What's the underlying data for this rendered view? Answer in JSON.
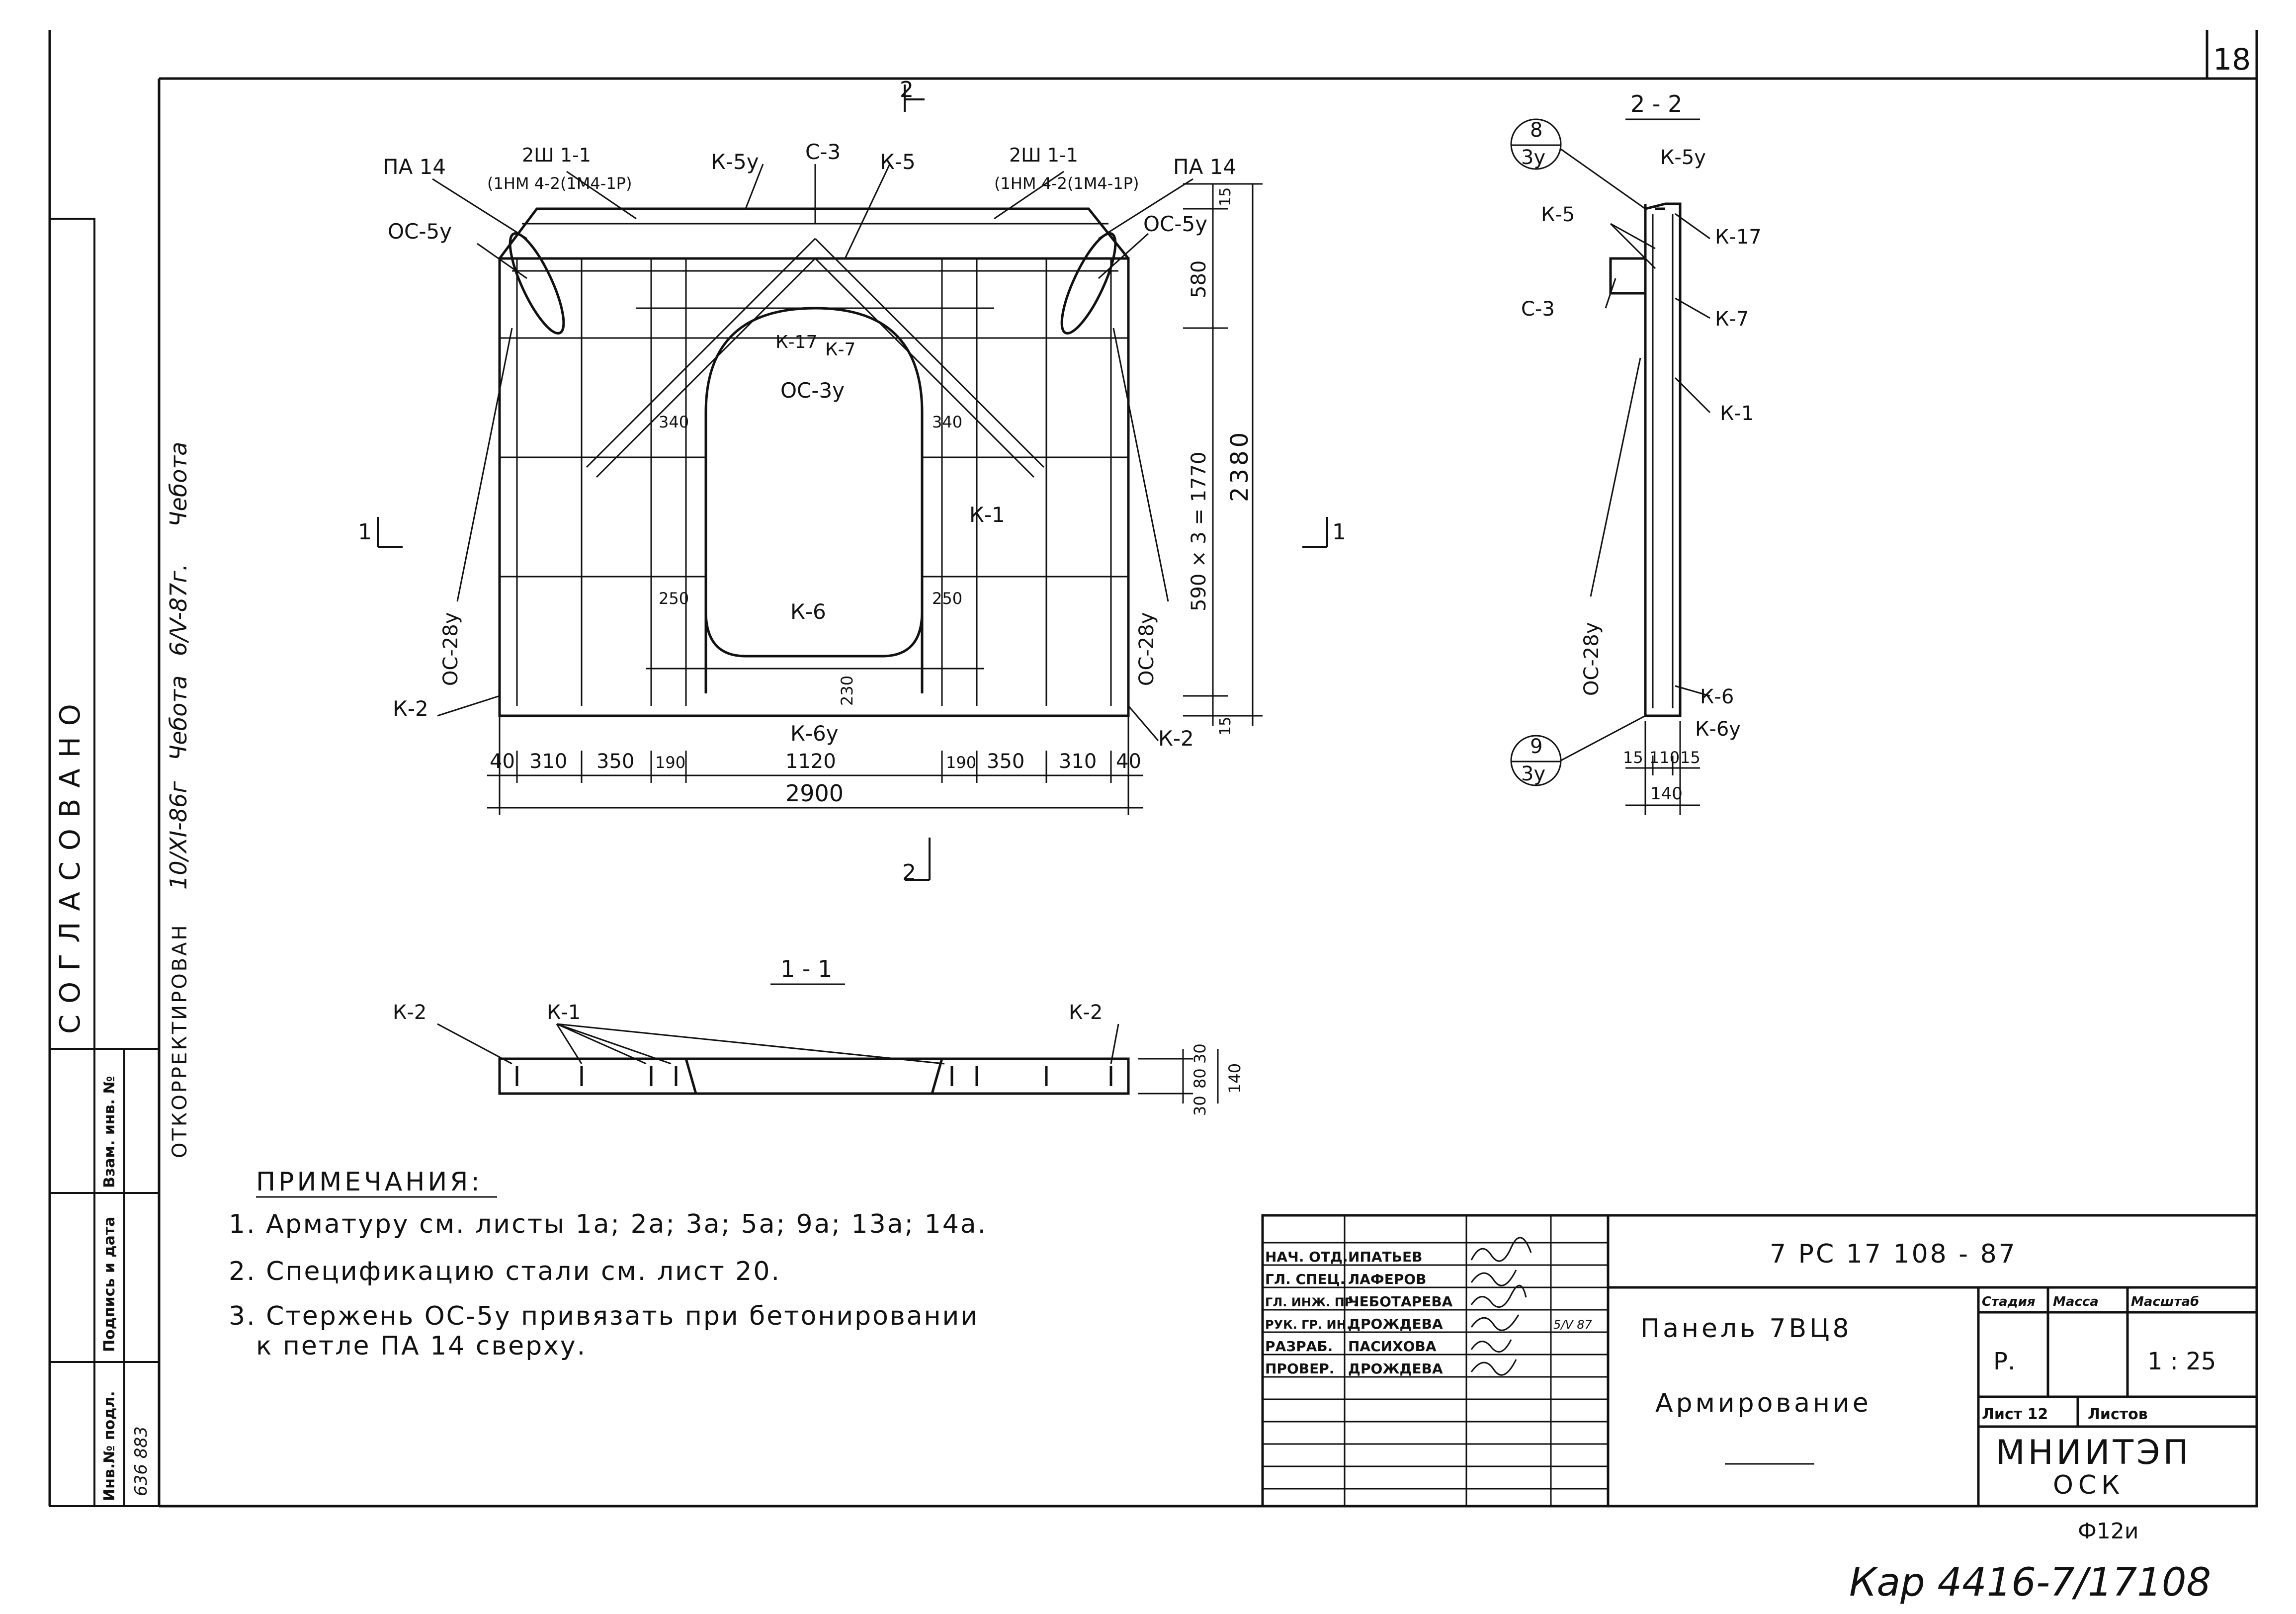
{
  "sheet_number": "18",
  "approval_stamp": {
    "title": "СОГЛАСОВАНО"
  },
  "correction_note": {
    "label": "ОТКОРРЕКТИРОВАН",
    "date1": "10/XI-86г",
    "sign1": "Чебота",
    "date2": "6/V-87г.",
    "sign2": "Чебота"
  },
  "left_strip": {
    "inv_original": "Инв.№ подл.",
    "sign_date": "Подпись и дата",
    "inv_replace": "Взам. инв. №",
    "inv_value": "636 883"
  },
  "elevation": {
    "section_mark_top": "2",
    "section_mark_bottom": "2",
    "section_mark_left": "1",
    "section_mark_right": "1",
    "labels": {
      "pa14_left": "ПА 14",
      "pa14_right": "ПА 14",
      "shsh_left": "2Ш 1-1",
      "shsh_left_sub": "(1НМ 4-2(1М4-1Р)",
      "shsh_right": "2Ш 1-1",
      "shsh_right_sub": "(1НМ 4-2(1М4-1Р)",
      "os5u_left": "ОС-5у",
      "os5u_right": "ОС-5у",
      "k5u": "К-5у",
      "c3": "С-3",
      "k5": "К-5",
      "k17": "К-17",
      "k7": "К-7",
      "os3u": "ОС-3у",
      "k1": "К-1",
      "k6": "К-6",
      "k6u": "К-6у",
      "os28u_left": "ОС-28у",
      "os28u_right": "ОС-28у",
      "k2_left": "К-2",
      "k2_right": "К-2"
    },
    "dims_inner": {
      "d340_left": "340",
      "d340_right": "340",
      "d250_left": "250",
      "d250_right": "250",
      "d230": "230"
    },
    "dims_right": {
      "top15": "15",
      "d580": "580",
      "middle": "590 × 3 = 1770",
      "total": "2380",
      "bottom15": "15"
    },
    "dims_bottom": [
      "40",
      "310",
      "350",
      "190",
      "1120",
      "190",
      "350",
      "310",
      "40"
    ],
    "total_width": "2900"
  },
  "section_2_2": {
    "title": "2 - 2",
    "callout_top": {
      "num": "8",
      "sheet": "3у"
    },
    "callout_bottom": {
      "num": "9",
      "sheet": "3у"
    },
    "labels": {
      "k5u": "К-5у",
      "k5": "К-5",
      "k17": "К-17",
      "c3": "С-3",
      "k7": "К-7",
      "k1": "К-1",
      "os28u": "ОС-28у",
      "k6": "К-6",
      "k6u": "К-6у"
    },
    "dims": [
      "15",
      "110",
      "15"
    ],
    "total": "140"
  },
  "section_1_1": {
    "title": "1 - 1",
    "labels": {
      "k2_left": "К-2",
      "k1": "К-1",
      "k2_right": "К-2"
    },
    "dims": {
      "d30a": "30",
      "d80": "80",
      "d30b": "30",
      "d140": "140"
    }
  },
  "notes": {
    "title": "ПРИМЕЧАНИЯ:",
    "items": [
      "1. Арматуру см. листы 1а; 2а; 3а; 5а; 9а; 13а; 14а.",
      "2. Спецификацию стали см. лист 20.",
      "3. Стержень ОС-5у привязать при бетонировании",
      "к петле ПА 14 сверху."
    ]
  },
  "title_block": {
    "doc_code": "7 РС 17 108 - 87",
    "title1": "Панель 7ВЦ8",
    "title2": "Армирование",
    "stage_hdr": "Стадия",
    "mass_hdr": "Масса",
    "scale_hdr": "Масштаб",
    "stage": "Р.",
    "scale": "1 : 25",
    "sheet_label": "Лист 12",
    "sheets_label": "Листов",
    "org1": "МНИИТЭП",
    "org2": "ОСК",
    "roles": [
      {
        "role": "НАЧ. ОТД.",
        "name": "ИПАТЬЕВ"
      },
      {
        "role": "ГЛ. СПЕЦ.",
        "name": "ЛАФЕРОВ"
      },
      {
        "role": "ГЛ. ИНЖ. ПР.",
        "name": "ЧЕБОТАРЕВА"
      },
      {
        "role": "РУК. ГР. ИН.",
        "name": "ДРОЖДЕВА"
      },
      {
        "role": "РАЗРАБ.",
        "name": "ПАСИХОВА"
      },
      {
        "role": "ПРОВЕР.",
        "name": "ДРОЖДЕВА"
      }
    ],
    "date_small": "5/V 87"
  },
  "footer": {
    "format": "Ф12и",
    "archive": "Кар 4416-7/17108"
  }
}
